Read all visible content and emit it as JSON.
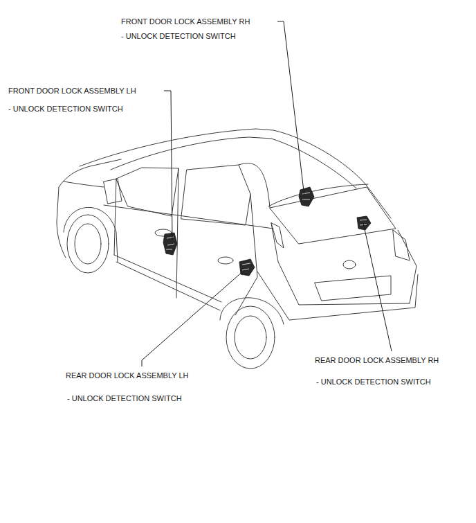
{
  "diagram": {
    "labels": [
      "FRONT DOOR LOCK ASSEMBLY RH",
      "- UNLOCK DETECTION SWITCH",
      "FRONT DOOR LOCK ASSEMBLY LH",
      "- UNLOCK DETECTION SWITCH",
      "REAR DOOR LOCK ASSEMBLY LH",
      "- UNLOCK DETECTION SWITCH",
      "REAR DOOR LOCK ASSEMBLY RH",
      "- UNLOCK DETECTION SWITCH"
    ]
  }
}
